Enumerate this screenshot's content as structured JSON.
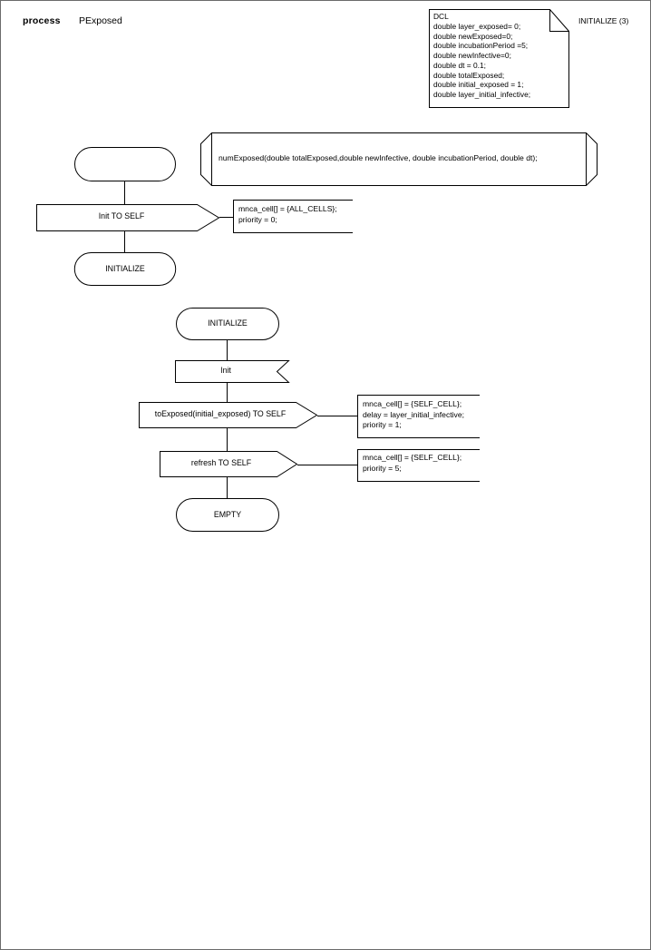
{
  "header": {
    "keyword": "process",
    "name": "PExposed"
  },
  "dcl": {
    "title": "DCL",
    "lines": [
      "DCL",
      "double layer_exposed= 0;",
      "double newExposed=0;",
      "double incubationPeriod =5;",
      "double newInfective=0;",
      "double dt = 0.1;",
      "double totalExposed;",
      "double initial_exposed = 1;",
      "double layer_initial_infective;"
    ],
    "text": "DCL\ndouble layer_exposed= 0;\ndouble newExposed=0;\ndouble incubationPeriod =5;\ndouble newInfective=0;\ndouble dt = 0.1;\ndouble totalExposed;\ndouble initial_exposed = 1;\ndouble layer_initial_infective;"
  },
  "page_label": "INITIALIZE (3)",
  "procedure": {
    "signature": "numExposed(double totalExposed,double newInfective, double incubationPeriod, double dt);"
  },
  "flow1": {
    "start_label": "",
    "output_label": "Init TO SELF",
    "state_label": "INITIALIZE",
    "comment": "mnca_cell[] = {ALL_CELLS};\npriority = 0;",
    "comment_lines": [
      "mnca_cell[] = {ALL_CELLS};",
      "priority = 0;"
    ]
  },
  "flow2": {
    "state_start_label": "INITIALIZE",
    "input_label": "Init",
    "output1_label": "toExposed(initial_exposed) TO SELF",
    "output1_comment": "mnca_cell[] = {SELF_CELL};\ndelay = layer_initial_infective;\npriority = 1;",
    "output1_comment_lines": [
      "mnca_cell[] = {SELF_CELL};",
      "delay = layer_initial_infective;",
      "priority = 1;"
    ],
    "output2_label": "refresh TO SELF",
    "output2_comment": "mnca_cell[] = {SELF_CELL};\npriority = 5;",
    "output2_comment_lines": [
      "mnca_cell[] = {SELF_CELL};",
      "priority = 5;"
    ],
    "state_end_label": "EMPTY"
  },
  "colors": {
    "stroke": "#000000",
    "page_border": "#6b6b6b",
    "background": "#ffffff"
  }
}
